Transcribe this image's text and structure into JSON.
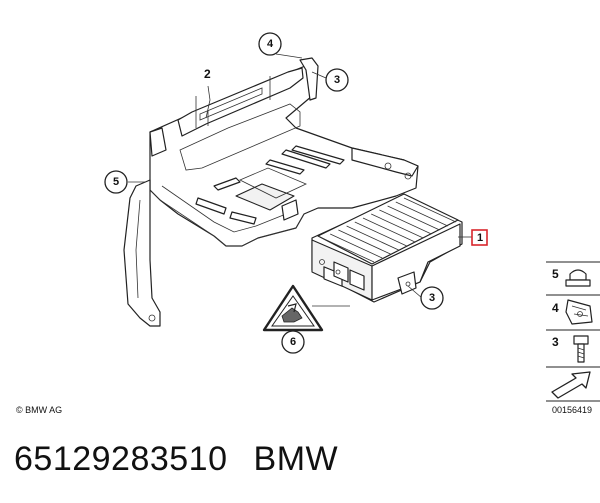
{
  "diagram": {
    "labels": {
      "item_1": "1",
      "item_2": "2",
      "item_3_top": "3",
      "item_3_module": "3",
      "item_4": "4",
      "item_5": "5",
      "item_6": "6"
    },
    "legend": {
      "row_5": "5",
      "row_4": "4",
      "row_3": "3"
    },
    "copyright": "© BMW AG",
    "drawing_number": "00156419"
  },
  "caption": {
    "part_number": "65129283510",
    "brand": "BMW"
  },
  "colors": {
    "highlight_box": "#d9262c",
    "ink": "#222222"
  }
}
